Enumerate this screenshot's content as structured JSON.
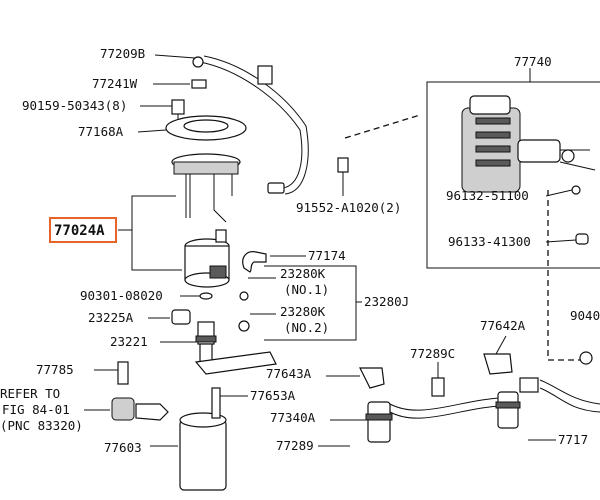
{
  "diagram": {
    "labels": {
      "p77209b": "77209B",
      "p77241w": "77241W",
      "p90159": "90159-50343(8)",
      "p77168a": "77168A",
      "p77024a": "77024A",
      "p77174": "77174",
      "p23280k_1": "23280K",
      "no1": "(NO.1)",
      "p23280j": "23280J",
      "p90301": "90301-08020",
      "p23280k_2": "23280K",
      "no2": "(NO.2)",
      "p23225a": "23225A",
      "p23221": "23221",
      "p77785": "77785",
      "refer_to": "REFER TO",
      "fig_ref": "FIG 84-01",
      "pnc_ref": "(PNC 83320)",
      "p77603": "77603",
      "p77643a": "77643A",
      "p77653a": "77653A",
      "p77340a": "77340A",
      "p77289": "77289",
      "p77289c": "77289C",
      "p77642a": "77642A",
      "p77740": "77740",
      "p91552": "91552-A1020(2)",
      "p96132": "96132-51100",
      "p96133": "96133-41300",
      "p9040": "9040",
      "p7717": "7717"
    },
    "highlight_color": "#e8632a",
    "line_color": "#111111"
  }
}
